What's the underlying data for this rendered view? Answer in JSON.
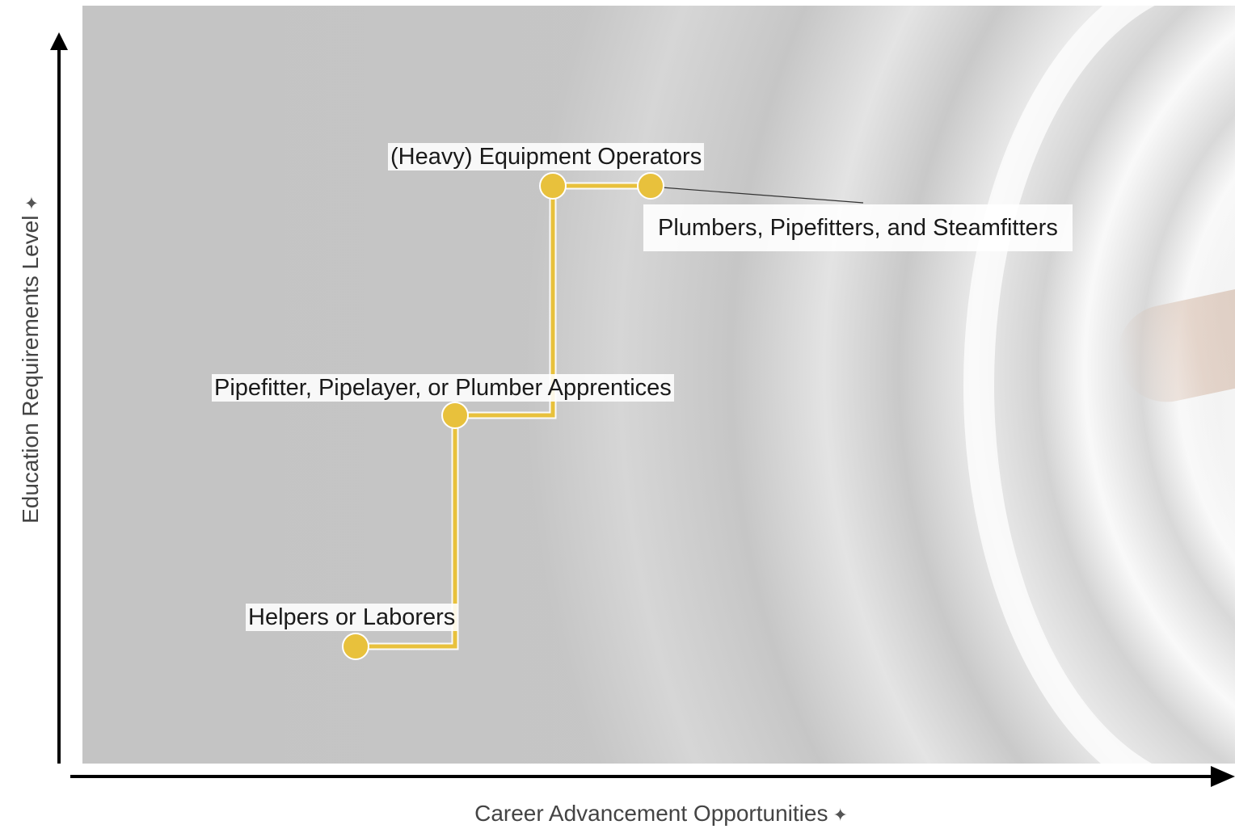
{
  "axes": {
    "x_title": "Career Advancement Opportunities",
    "y_title": "Education Requirements Level",
    "pin_icon": "pin-icon"
  },
  "colors": {
    "path": "#e8c13c",
    "axis": "#000000"
  },
  "chart_data": {
    "type": "diagram",
    "nodes": [
      {
        "label": "Helpers or Laborers",
        "x": 1,
        "y": 1
      },
      {
        "label": "Pipefitter, Pipelayer, or Plumber Apprentices",
        "x": 2,
        "y": 2
      },
      {
        "label": "(Heavy) Equipment Operators",
        "x": 3,
        "y": 3
      },
      {
        "label": "Plumbers, Pipefitters, and Steamfitters",
        "x": 4,
        "y": 3
      }
    ],
    "path_order": [
      0,
      1,
      2,
      3
    ]
  }
}
